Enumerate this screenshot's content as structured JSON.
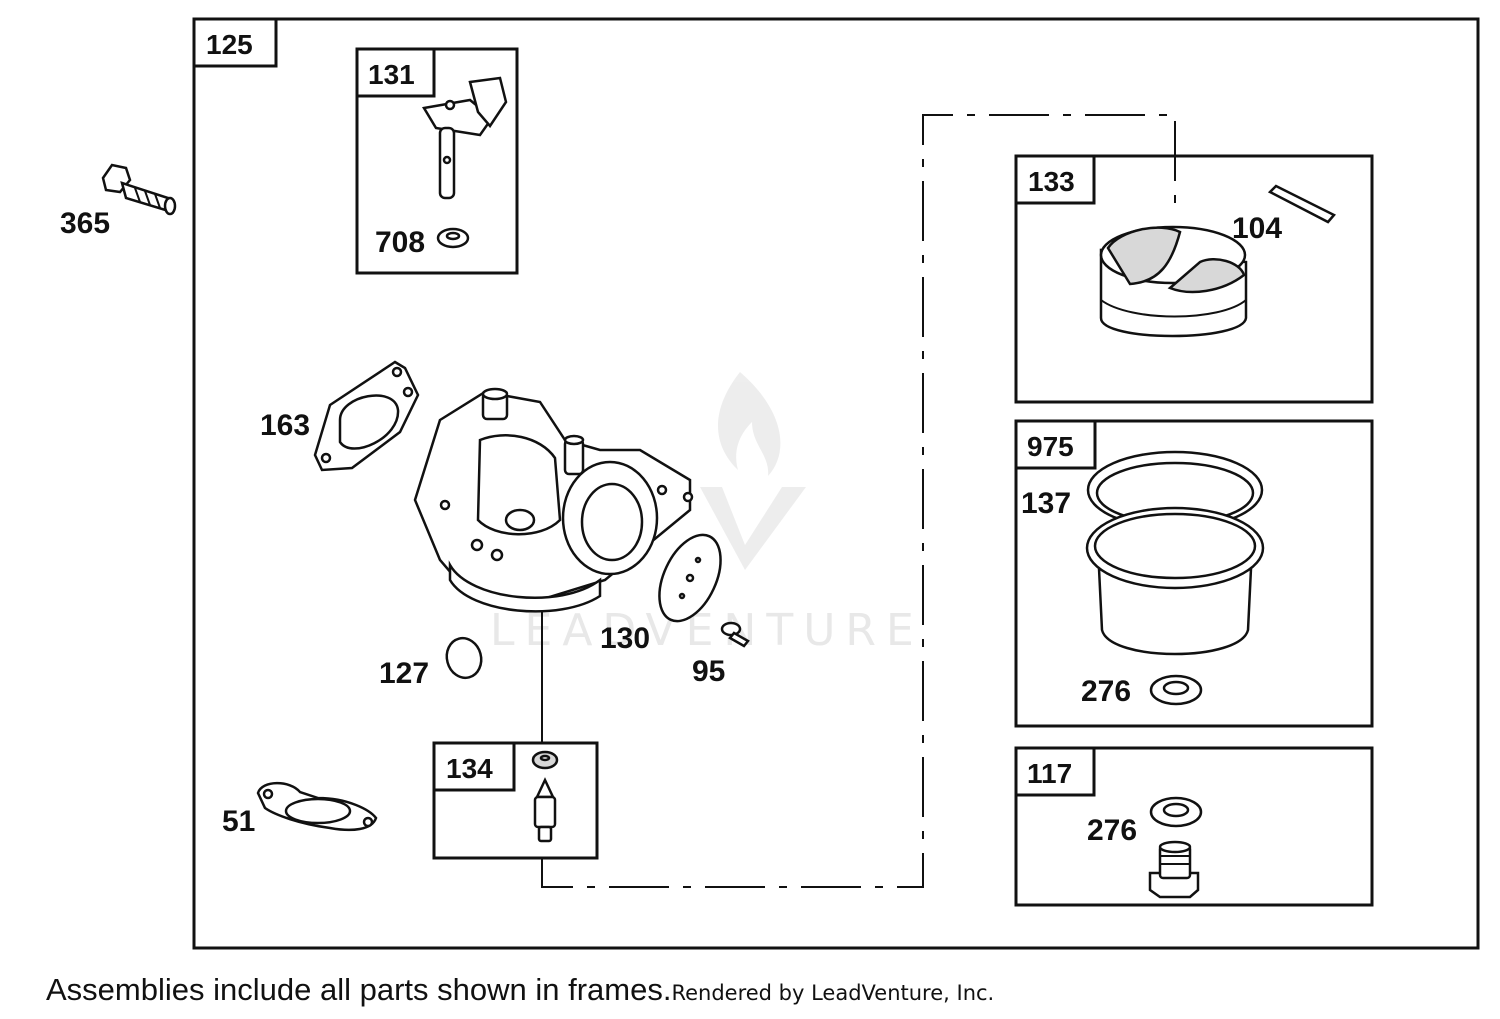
{
  "callouts": {
    "p365": "365",
    "p125": "125",
    "p131": "131",
    "p708": "708",
    "p133": "133",
    "p104": "104",
    "p163": "163",
    "p975": "975",
    "p137": "137",
    "p130": "130",
    "p127": "127",
    "p95": "95",
    "p276a": "276",
    "p134": "134",
    "p117": "117",
    "p51": "51",
    "p276b": "276"
  },
  "watermark": {
    "text": "LEADVENTURE"
  },
  "footer": {
    "note": "Assemblies include all parts shown in frames.",
    "credit": "Rendered by LeadVenture, Inc."
  }
}
